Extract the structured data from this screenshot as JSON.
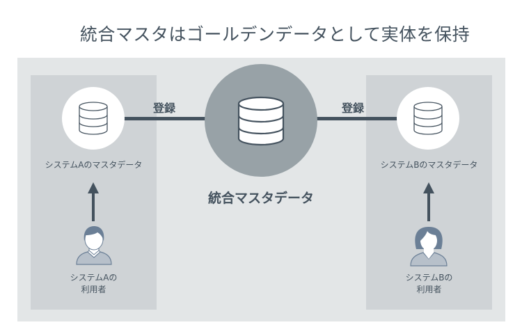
{
  "title": "統合マスタはゴールデンデータとして実体を保持",
  "center": {
    "label": "統合マスタデータ",
    "icon": "database-icon"
  },
  "system_a": {
    "master_label": "システムAのマスタデータ",
    "user_line1": "システムAの",
    "user_line2": "利用者",
    "register_label": "登録",
    "user_icon": "male-user-icon"
  },
  "system_b": {
    "master_label": "システムBのマスタデータ",
    "user_line1": "システムBの",
    "user_line2": "利用者",
    "register_label": "登録",
    "user_icon": "female-user-icon"
  },
  "colors": {
    "arrow": "#44525e",
    "outer_bg": "#e3e6e7",
    "inner_bg": "#cfd3d6",
    "center_circle": "#98a2a7",
    "user_icon": "#6b7f96"
  }
}
